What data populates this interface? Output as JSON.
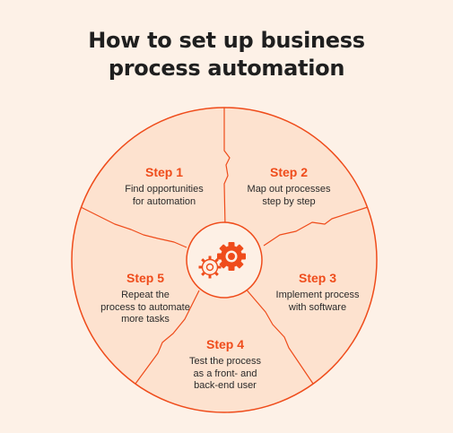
{
  "title": {
    "line1": "How to set up business",
    "line2": "process automation"
  },
  "steps": [
    {
      "heading": "Step 1",
      "lines": [
        "Find opportunities",
        "for automation"
      ]
    },
    {
      "heading": "Step 2",
      "lines": [
        "Map out processes",
        "step by step"
      ]
    },
    {
      "heading": "Step 3",
      "lines": [
        "Implement process",
        "with software"
      ]
    },
    {
      "heading": "Step 4",
      "lines": [
        "Test the process",
        "as a front- and",
        "back-end user"
      ]
    },
    {
      "heading": "Step 5",
      "lines": [
        "Repeat the",
        "process to automate",
        "more tasks"
      ]
    }
  ],
  "colors": {
    "background": "#fdf1e7",
    "accent": "#ef4c1b",
    "wheel_fill": "#fde2cf",
    "hub_fill": "#fdf0e5",
    "title": "#1f1f1f"
  },
  "icons": {
    "center": "gears-icon"
  }
}
